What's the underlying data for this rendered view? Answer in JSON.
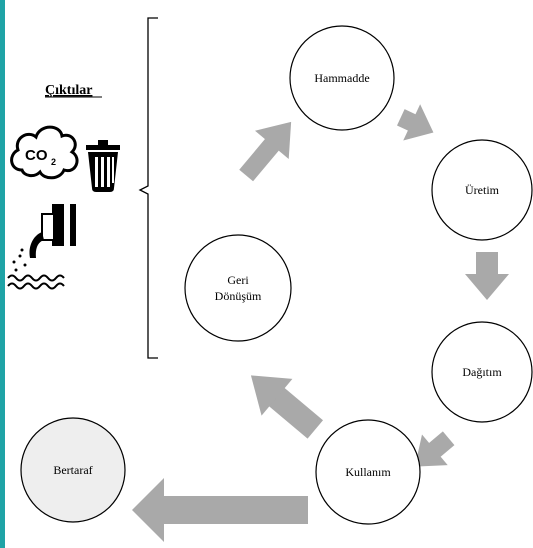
{
  "colors": {
    "accent_bar": "#1fa3a6",
    "circle_stroke": "#000000",
    "circle_fill": "#ffffff",
    "disposal_fill": "#eeeeee",
    "arrow": "#a9a9a9"
  },
  "outputs": {
    "title": "Çıktılar",
    "icons": [
      "co2-cloud-icon",
      "trash-bin-icon",
      "waste-pipe-icon"
    ],
    "co2_text": "CO",
    "co2_sub": "2"
  },
  "nodes": {
    "raw_material": "Hammadde",
    "production": "Üretim",
    "distribution": "Dağıtım",
    "usage": "Kullanım",
    "recycling_line1": "Geri",
    "recycling_line2": "Dönüşüm",
    "disposal": "Bertaraf"
  }
}
